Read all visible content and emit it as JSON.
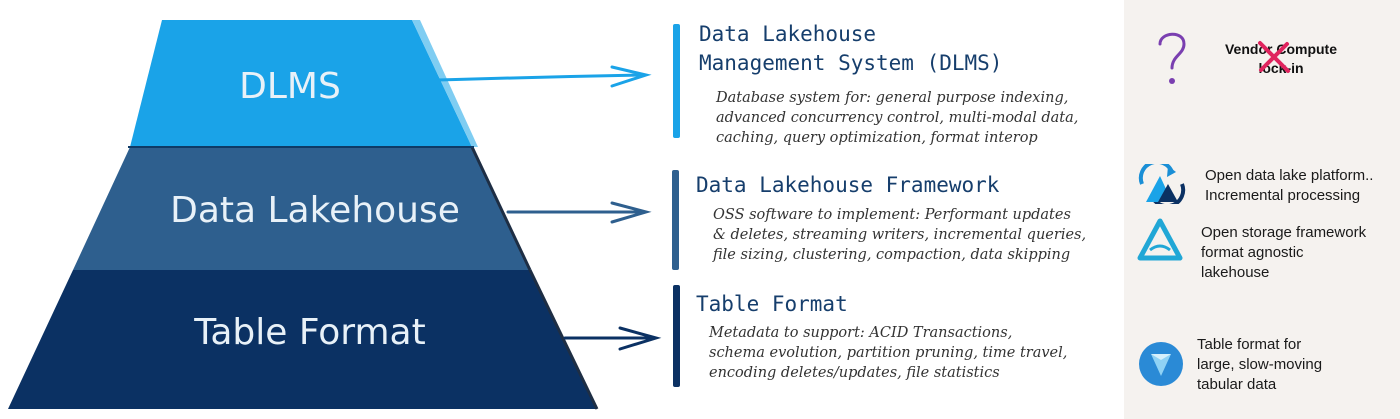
{
  "tiers": {
    "top": {
      "label": "DLMS",
      "color": "#1aa3e8"
    },
    "middle": {
      "label": "Data Lakehouse",
      "color": "#2e5f8e"
    },
    "bottom": {
      "label": "Table Format",
      "color": "#0b3163"
    }
  },
  "descriptions": [
    {
      "title_lines": [
        "Data Lakehouse",
        "Management System (DLMS)"
      ],
      "body_lines": [
        "Database system for: general purpose indexing,",
        "advanced concurrency control, multi-modal data,",
        "caching, query optimization, format interop"
      ],
      "bar_color": "#1aa3e8"
    },
    {
      "title_lines": [
        "Data Lakehouse Framework"
      ],
      "body_lines": [
        "OSS software to implement: Performant updates",
        "& deletes, streaming writers, incremental queries,",
        "file sizing, clustering, compaction, data skipping"
      ],
      "bar_color": "#2e5f8e"
    },
    {
      "title_lines": [
        "Table Format"
      ],
      "body_lines": [
        "Metadata to support: ACID Transactions,",
        "schema evolution, partition pruning, time travel,",
        "encoding deletes/updates, file statistics"
      ],
      "bar_color": "#0b3163"
    }
  ],
  "side": {
    "vendor": {
      "lines": [
        "Vendor Compute",
        "lock-in"
      ],
      "cross_color": "#e0245e",
      "question_color": "#7a3fb0"
    },
    "items": [
      {
        "lines": [
          "Open data lake platform..",
          "Incremental processing"
        ],
        "icon": "hudi-logo-icon"
      },
      {
        "lines": [
          "Open storage framework",
          "format agnostic",
          "lakehouse"
        ],
        "icon": "delta-lake-logo-icon"
      },
      {
        "lines": [
          "Table format for",
          "large, slow-moving",
          "tabular data"
        ],
        "icon": "iceberg-logo-icon"
      }
    ]
  }
}
